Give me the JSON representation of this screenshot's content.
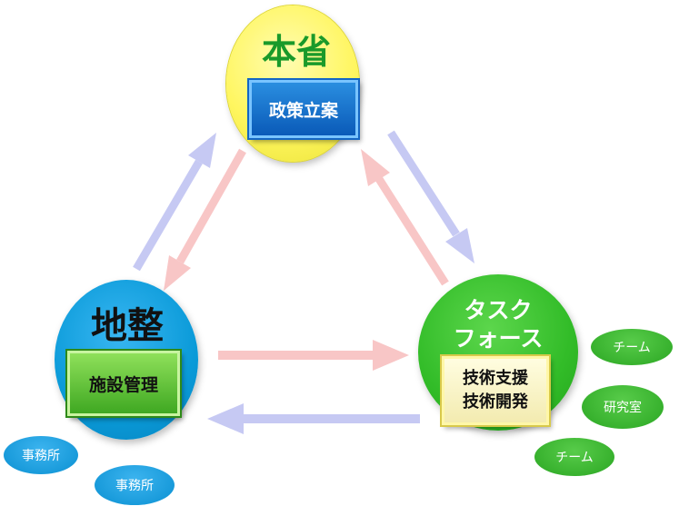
{
  "nodes": {
    "honsho": {
      "title": "本省",
      "role": "政策立案"
    },
    "chisei": {
      "title": "地整",
      "role": "施設管理"
    },
    "taskforce": {
      "title_line1": "タスク",
      "title_line2": "フォース",
      "role_line1": "技術支援",
      "role_line2": "技術開発"
    }
  },
  "satellites": {
    "jimusho_1": "事務所",
    "jimusho_2": "事務所",
    "team_1": "チーム",
    "lab": "研究室",
    "team_2": "チーム"
  },
  "colors": {
    "arrow_blue": "#c6c9f3",
    "arrow_pink": "#f8c6c6",
    "honsho_circle": "#fff660",
    "chisei_circle": "#0a9ad8",
    "taskforce_circle": "#32bc28"
  }
}
